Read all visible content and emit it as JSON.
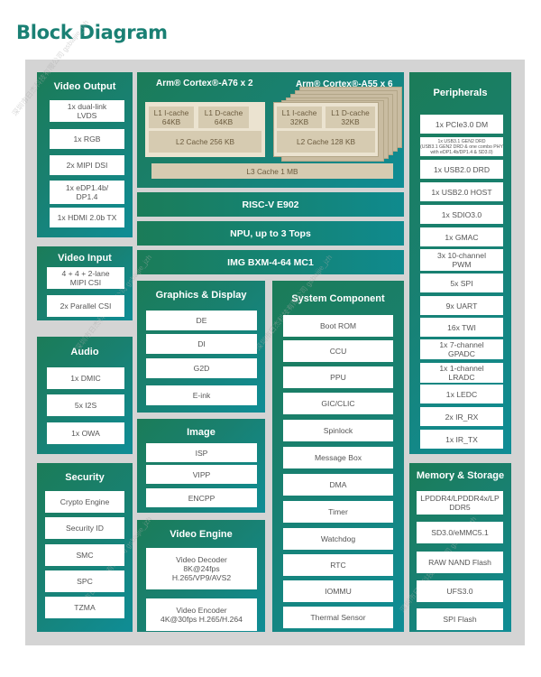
{
  "title": "Block Diagram",
  "cpu": {
    "a76_title": "Arm® Cortex®-A76 x 2",
    "a55_title": "Arm® Cortex®-A55 x 6",
    "a76_l1i": "L1 I-cache\n64KB",
    "a76_l1d": "L1 D-cache\n64KB",
    "a76_l2": "L2 Cache 256 KB",
    "a55_l1i": "L1 I-cache\n32KB",
    "a55_l1d": "L1 D-cache\n32KB",
    "a55_l2": "L2 Cache 128 KB",
    "l3": "L3 Cache 1 MB"
  },
  "bars": {
    "riscv": "RISC-V E902",
    "npu": "NPU, up to 3 Tops",
    "gpu": "IMG BXM-4-64 MC1"
  },
  "video_output": {
    "title": "Video Output",
    "items": [
      "1x dual-link\nLVDS",
      "1x RGB",
      "2x MIPI DSI",
      "1x eDP1.4b/\nDP1.4",
      "1x HDMI 2.0b TX"
    ]
  },
  "video_input": {
    "title": "Video Input",
    "items": [
      "4 + 4 + 2-lane\nMIPI CSI",
      "2x Parallel CSI"
    ]
  },
  "audio": {
    "title": "Audio",
    "items": [
      "1x DMIC",
      "5x I2S",
      "1x OWA"
    ]
  },
  "security": {
    "title": "Security",
    "items": [
      "Crypto Engine",
      "Security ID",
      "SMC",
      "SPC",
      "TZMA"
    ]
  },
  "graphics": {
    "title": "Graphics & Display",
    "items": [
      "DE",
      "DI",
      "G2D",
      "E-ink"
    ]
  },
  "image": {
    "title": "Image",
    "items": [
      "ISP",
      "VIPP",
      "ENCPP"
    ]
  },
  "video_engine": {
    "title": "Video Engine",
    "items": [
      "Video Decoder\n8K@24fps\nH.265/VP9/AVS2",
      "Video Encoder\n4K@30fps H.265/H.264"
    ]
  },
  "system": {
    "title": "System Component",
    "items": [
      "Boot ROM",
      "CCU",
      "PPU",
      "GIC/CLIC",
      "Spinlock",
      "Message Box",
      "DMA",
      "Timer",
      "Watchdog",
      "RTC",
      "IOMMU",
      "Thermal Sensor"
    ]
  },
  "peripherals": {
    "title": "Peripherals",
    "items": [
      "1x PCIe3.0 DM",
      "1x USB3.1 GEN2 DRD\n(USB3.1 GEN2 DRD & one combo PHY\nwith eDP1.4b/DP1.4 & SD3.0)",
      "1x USB2.0 DRD",
      "1x USB2.0 HOST",
      "1x SDIO3.0",
      "1x GMAC",
      "3x 10-channel\nPWM",
      "5x SPI",
      "9x UART",
      "16x TWI",
      "1x 7-channel\nGPADC",
      "1x 1-channel\nLRADC",
      "1x LEDC",
      "2x IR_RX",
      "1x IR_TX"
    ]
  },
  "memory": {
    "title": "Memory & Storage",
    "items": [
      "LPDDR4/LPDDR4x/LP\nDDR5",
      "SD3.0/eMMC5.1",
      "RAW NAND Flash",
      "UFS3.0",
      "SPI Flash"
    ]
  }
}
